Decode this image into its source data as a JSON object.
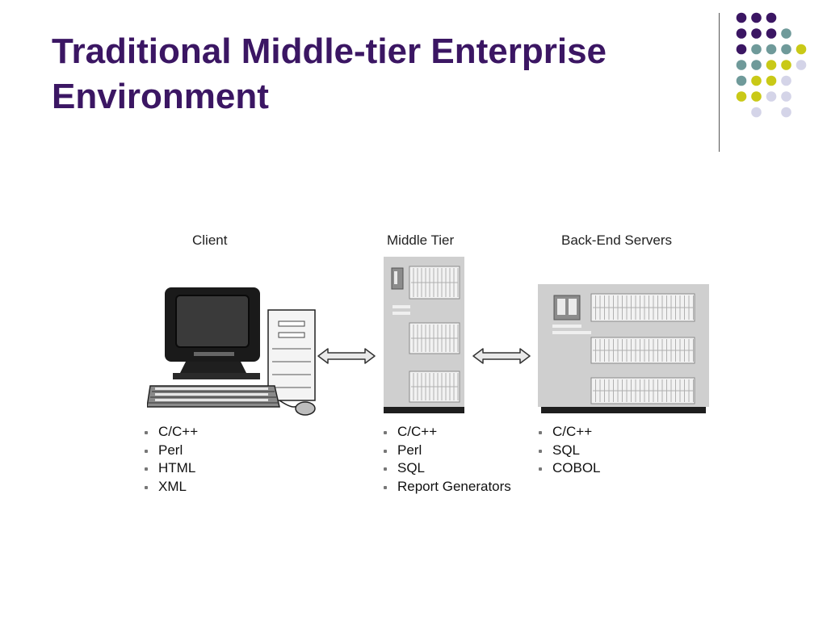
{
  "slide": {
    "title_lines": [
      "Traditional Middle-tier Enterprise",
      "Environment"
    ]
  },
  "decor": {
    "dot_colors": {
      "purple": "#3b1663",
      "teal": "#6f9a9a",
      "lime": "#c9c917",
      "lavender": "#d4d4e8"
    },
    "dot_grid": [
      [
        "purple",
        "purple",
        "purple",
        "",
        ""
      ],
      [
        "purple",
        "purple",
        "purple",
        "teal",
        ""
      ],
      [
        "purple",
        "teal",
        "teal",
        "teal",
        "lime"
      ],
      [
        "teal",
        "teal",
        "lime",
        "lime",
        "lavender"
      ],
      [
        "teal",
        "lime",
        "lime",
        "lavender",
        ""
      ],
      [
        "lime",
        "lime",
        "lavender",
        "lavender",
        ""
      ],
      [
        "",
        "lavender",
        "",
        "lavender",
        ""
      ]
    ]
  },
  "diagram": {
    "columns": [
      {
        "heading": "Client",
        "icon": "desktop-computer-icon",
        "items": [
          "C/C++",
          "Perl",
          "HTML",
          "XML"
        ]
      },
      {
        "heading": "Middle Tier",
        "icon": "tower-server-icon",
        "items": [
          "C/C++",
          "Perl",
          "SQL",
          "Report Generators"
        ]
      },
      {
        "heading": "Back-End Servers",
        "icon": "mainframe-server-icon",
        "items": [
          "C/C++",
          "SQL",
          "COBOL"
        ]
      }
    ],
    "connectors": [
      "double-arrow-icon",
      "double-arrow-icon"
    ]
  }
}
